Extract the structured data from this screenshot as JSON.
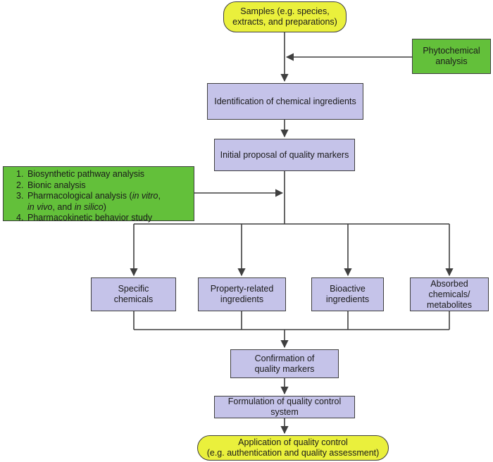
{
  "nodes": {
    "samples": [
      "Samples (e.g. species,",
      "extracts, and preparations)"
    ],
    "phytochemical": [
      "Phytochemical",
      "analysis"
    ],
    "identification": "Identification of chemical ingredients",
    "initial_proposal": "Initial proposal of quality markers",
    "methods": {
      "n1": "1.",
      "t1": "Biosynthetic pathway analysis",
      "n2": "2.",
      "t2": "Bionic analysis",
      "n3": "3.",
      "t3a": "Pharmacological analysis (",
      "t3b": "in vitro",
      "t3c": ",",
      "t3d": "in vivo",
      "t3e": ", and ",
      "t3f": "in silico",
      "t3g": ")",
      "n4": "4.",
      "t4": "Pharmacokinetic behavior study"
    },
    "specific": [
      "Specific",
      "chemicals"
    ],
    "property": [
      "Property-related",
      "ingredients"
    ],
    "bioactive": [
      "Bioactive",
      "ingredients"
    ],
    "absorbed": [
      "Absorbed",
      "chemicals/",
      "metabolites"
    ],
    "confirmation": [
      "Confirmation of",
      "quality markers"
    ],
    "formulation": "Formulation of quality control system",
    "application": [
      "Application of quality control",
      "(e.g. authentication and quality assessment)"
    ]
  },
  "colors": {
    "process_fill": "#c5c3e9",
    "terminal_fill": "#eaf03c",
    "input_fill": "#63c03a",
    "line": "#3f3f3f"
  }
}
